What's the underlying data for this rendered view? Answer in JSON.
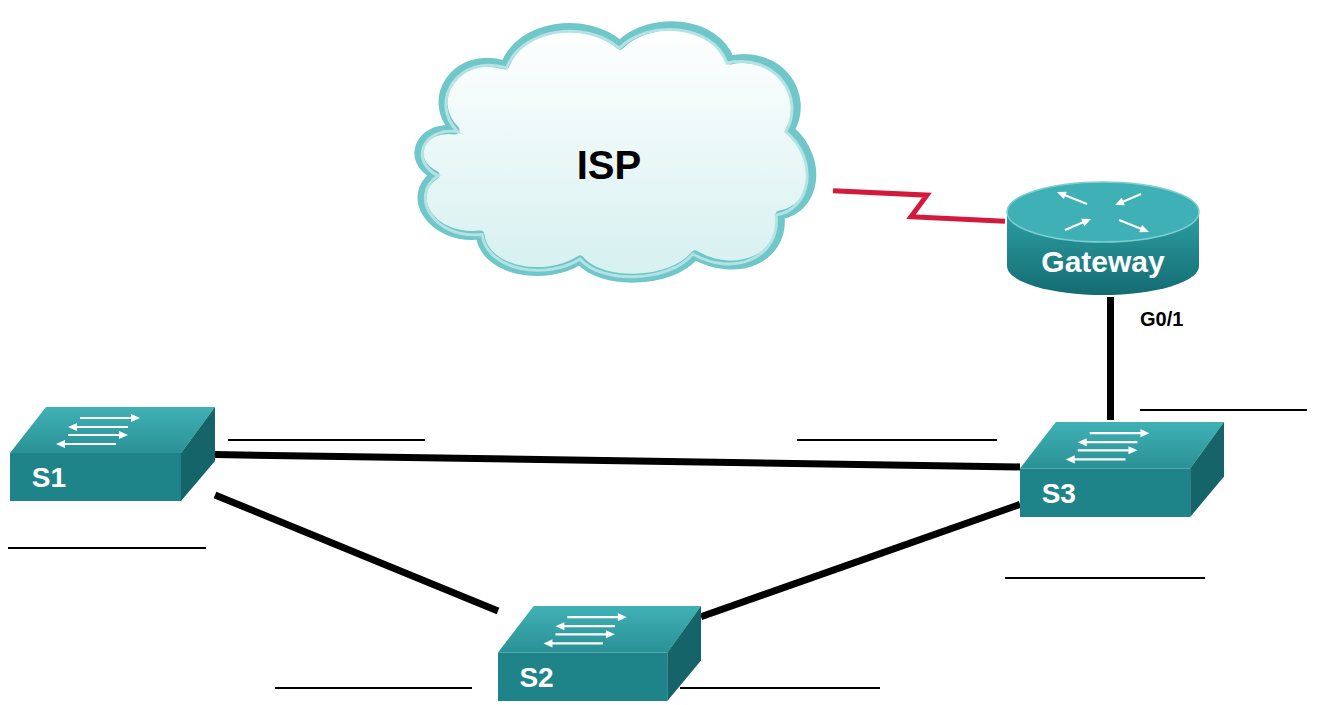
{
  "diagram": {
    "nodes": [
      {
        "text": [
          "ISP"
        ]
      },
      {
        "text": [
          "Gateway"
        ]
      },
      {
        "text": [
          "S1"
        ]
      },
      {
        "text": [
          "S3"
        ]
      },
      {
        "text": [
          "S2"
        ]
      }
    ],
    "edges": [
      {
        "from": 0,
        "to": 1,
        "arrow": "none"
      },
      {
        "from": 1,
        "to": 3,
        "arrow": "none"
      },
      {
        "from": 2,
        "to": 3,
        "arrow": "none"
      },
      {
        "from": 2,
        "to": 4,
        "arrow": "none"
      },
      {
        "from": 4,
        "to": 3,
        "arrow": "none"
      }
    ],
    "labels": [
      "G0/1"
    ]
  }
}
